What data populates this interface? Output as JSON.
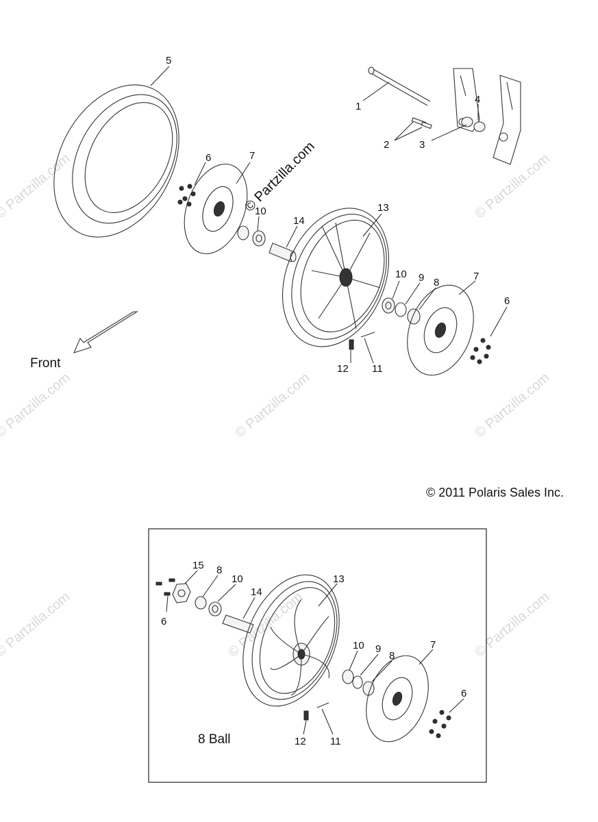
{
  "watermarks": {
    "text": "© Partzilla.com"
  },
  "stamp": {
    "text": "© Partzilla.com"
  },
  "copyright": {
    "text": "© 2011 Polaris Sales Inc."
  },
  "front_label": {
    "text": "Front"
  },
  "inset_label": {
    "text": "8 Ball"
  },
  "main_callouts": {
    "c1": "1",
    "c2": "2",
    "c3": "3",
    "c4": "4",
    "c5": "5",
    "c6a": "6",
    "c6b": "6",
    "c7a": "7",
    "c7b": "7",
    "c8": "8",
    "c9": "9",
    "c10a": "10",
    "c10b": "10",
    "c11": "11",
    "c12": "12",
    "c13": "13",
    "c14": "14"
  },
  "inset_callouts": {
    "c15": "15",
    "c8a": "8",
    "c10a": "10",
    "c14": "14",
    "c13": "13",
    "c6a": "6",
    "c10b": "10",
    "c9": "9",
    "c8b": "8",
    "c7": "7",
    "c6b": "6",
    "c12": "12",
    "c11": "11"
  }
}
